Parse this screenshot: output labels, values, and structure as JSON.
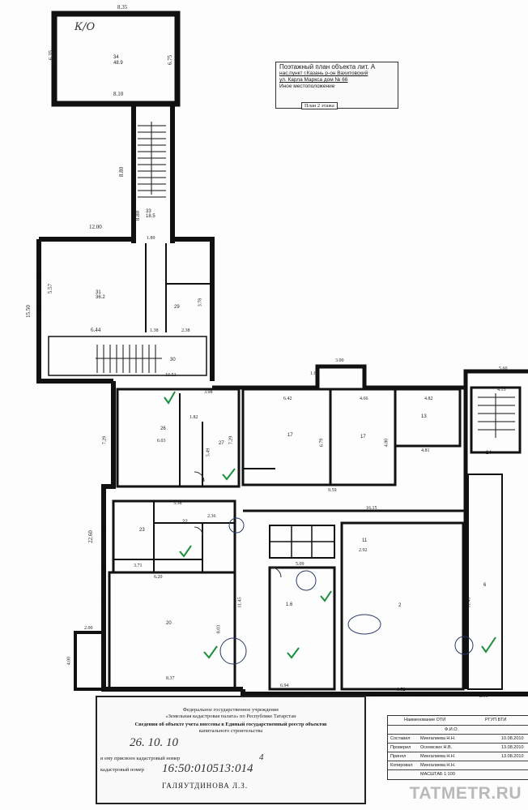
{
  "plan_labels": {
    "top_room": "К/О",
    "dim_top_width": "8.35",
    "dim_top_left": "6.35",
    "dim_top_right": "6.75",
    "dim_top_inner": "8.10",
    "dim_stair_height": "8.80",
    "dim_corridor": "8.80",
    "dim_12": "12.00",
    "dim_189": "1.89",
    "dim_1550": "15.50",
    "dim_557": "5.57",
    "dim_644": "6.44",
    "dim_138": "1.38",
    "dim_238": "2.38",
    "dim_378": "3.78",
    "dim_1053": "10.53",
    "dim_398": "3.98",
    "dim_300": "3.00",
    "dim_160": "1.60",
    "dim_560": "5.60",
    "dim_642": "6.42",
    "dim_466": "4.66",
    "dim_482": "4.82",
    "dim_729a": "7.29",
    "dim_729b": "7.29",
    "dim_682": "1.82",
    "dim_549": "5.49",
    "dim_603": "6.03",
    "dim_679": "6.79",
    "dim_480": "4.80",
    "dim_481": "4.81",
    "dim_959": "9.59",
    "dim_1615": "16.15",
    "dim_2260": "22.60",
    "dim_338": "3.38",
    "dim_236": "2.36",
    "dim_620": "6.20",
    "dim_371": "3.71",
    "dim_837": "8.37",
    "dim_1145": "11.45",
    "dim_694": "6.94",
    "dim_852": "8.52",
    "dim_256": "2.56",
    "dim_1149": "11.49",
    "dim_200": "2.00",
    "dim_400": "4.00",
    "dim_415": "4.15",
    "dim_803": "8.03",
    "dim_509": "5.09",
    "dim_292": "2.92"
  },
  "title_block": {
    "line1": "Поэтажный план объекта  лит. А",
    "line2": "нас.пункт г.Казань р-он Вахитовский",
    "line3": "ул. Карла Маркса        дом № 66",
    "line4": "Иное местоположение",
    "sheet": "План 2 этажа"
  },
  "stamp": {
    "l1": "Федеральное государственное учреждение",
    "l2": "«Земельная кадастровая палата» по Республике Татарстан",
    "l3": "Сведения об объекте учета внесены в Единый государственный реестр объектов",
    "l4": "капитального строительства",
    "hand_date": "26.      10.      10",
    "l5": "и ему присвоен кадастровый номер",
    "hand_num": "4",
    "l6": "кадастровый номер",
    "cad": "16:50:010513:014",
    "signer": "ГАЛЯУТДИНОВА Л.З."
  },
  "staff_table": {
    "h1": "Наименование ОТИ",
    "h2": "РГУП БТИ",
    "sub": "Ф.И.О.",
    "r1_role": "Составил",
    "r1_name": "Мингалиева Н.Н.",
    "r2_role": "Проверил",
    "r2_name": "Осеевских Н.В.",
    "r3_role": "Принял",
    "r3_name": "Мингалиева Н.Н.",
    "r4_role": "Копировал",
    "r4_name": "Мингалиева Н.Н.",
    "d1": "10.08.2010",
    "d2": "13.08.2010",
    "d3": "13.08.2010",
    "foot": "МАСШТАБ 1:100"
  },
  "watermark": "TATMETR.RU"
}
